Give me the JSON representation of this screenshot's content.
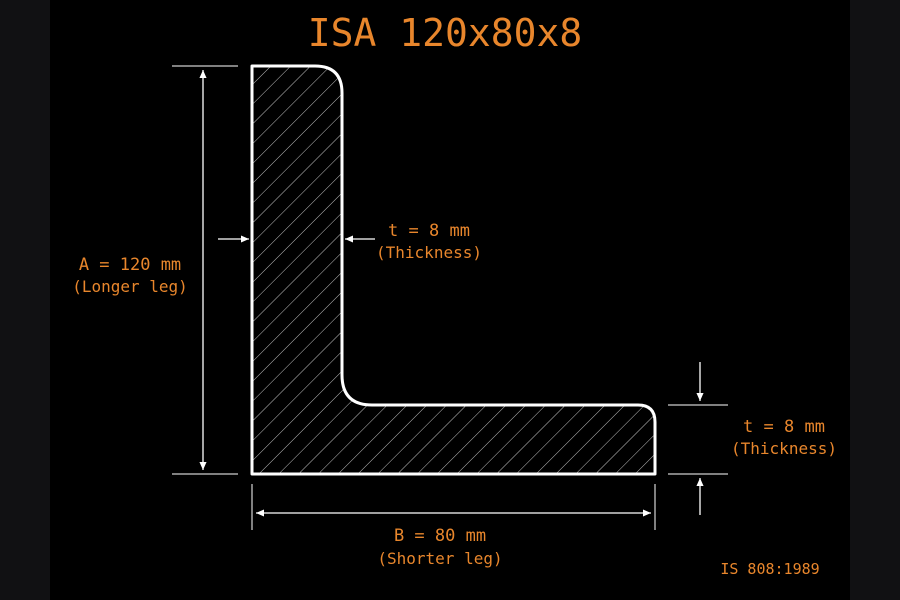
{
  "title": "ISA 120x80x8",
  "leg_a": {
    "value": "A = 120 mm",
    "caption": "(Longer leg)"
  },
  "leg_b": {
    "value": "B = 80 mm",
    "caption": "(Shorter leg)"
  },
  "thickness_vertical": {
    "value": "t = 8 mm",
    "caption": "(Thickness)"
  },
  "thickness_horizontal": {
    "value": "t = 8 mm",
    "caption": "(Thickness)"
  },
  "standard": "IS 808:1989",
  "colors": {
    "accent": "#e8862c",
    "lines": "#ffffff",
    "background": "#000000"
  }
}
